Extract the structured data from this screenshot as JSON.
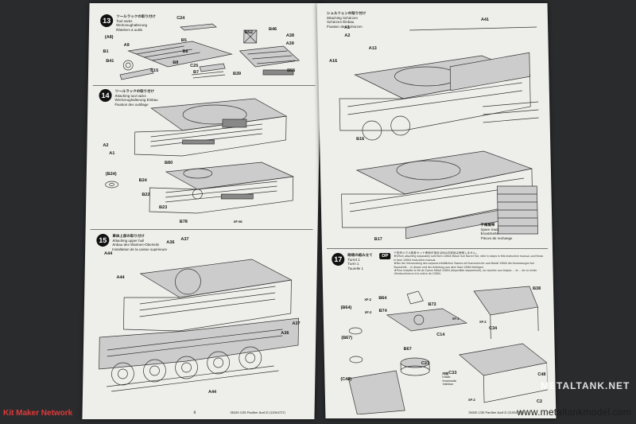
{
  "left_page": {
    "steps": [
      {
        "num": "13",
        "jp": "ツールラックの取り付け",
        "lines": [
          "Tool racks",
          "Werkzeughalterung",
          "Râteliers à outils"
        ],
        "labels": [
          "C24",
          "B5",
          "B6",
          "B52",
          "B46",
          "A39",
          "A38",
          "B1",
          "A9",
          "B41",
          "C15",
          "B8",
          "C25",
          "B7",
          "B39",
          "B55"
        ],
        "unmark": "(A8)"
      },
      {
        "num": "14",
        "jp": "ツールラックの取り付け",
        "lines": [
          "Attaching tool racks",
          "Werkzeughalterung Einbau",
          "Fixation des outillage"
        ],
        "labels": [
          "A2",
          "A1",
          "B80",
          "B24",
          "B22",
          "B23",
          "B78",
          "XF-56"
        ],
        "paren": "(B24)"
      },
      {
        "num": "15",
        "jp": "車体上部の取り付け",
        "lines": [
          "Attaching upper hull",
          "Anbau des Wannen-Oberteils",
          "Installation de la caisse supérieure"
        ],
        "labels": [
          "A36",
          "A37",
          "A44",
          "A37",
          "A36",
          "A44",
          "A44"
        ]
      }
    ],
    "page_number": "8",
    "footer": "35345 1/35 Panther Ausf.D (11054727)"
  },
  "right_page": {
    "steps": [
      {
        "jp": "シュルツェンの取り付け",
        "lines": [
          "Attaching Schürzen",
          "Schürzen Einbau",
          "Fixation des Schürzen"
        ],
        "labels": [
          "A41",
          "A16",
          "A13",
          "B16",
          "B17",
          "A1",
          "A2"
        ],
        "spare_jp": "予備履帯",
        "spare_lines": [
          "Spare track",
          "Ersatzkette",
          "Pièces de rechange"
        ]
      },
      {
        "num": "17",
        "jp": "砲塔の組み立て",
        "lines": [
          "Turret 1",
          "Turm 1",
          "Tourelle 1"
        ],
        "dp": "DP",
        "notes": [
          "※別売メタル砲身セット使用の場合はB64の部品は使用しません。",
          "★When attaching separately sold Item 12664 Metal Gun Barrel Set, refer to steps in this instruction manual, and those in Item 12664 instruction manual.",
          "★Bei der Verwendung des separat erhältlichen Satzes mit Kanonenrohr aus Metall 12664 die Anweisungen bei Bauschritt ... in dieser und der Anleitung aus dem Satz 12664 befolgen.",
          "★Pour installer le fût de Canon Métal 12664 (disponible séparément), se reporter aux étapes ... et ... de ce mode d'instructions et à la notice du 12664."
        ],
        "labels": [
          "B38",
          "B64",
          "B74",
          "B73",
          "XF-2",
          "XF-2",
          "C14",
          "C34",
          "B67",
          "C27",
          "C33",
          "C48",
          "C2",
          "XF-2",
          "XF-2",
          "XF-2"
        ],
        "paren": [
          "(B64)",
          "(B67)",
          "(C48)"
        ],
        "inside": [
          "内側",
          "Inside",
          "Innenseite",
          "Intérieur"
        ]
      }
    ],
    "footer": "35345 1/35 Panther Ausf.D (11054727)"
  },
  "watermarks": {
    "left": "Kit Maker Network",
    "right": "www.metaltankmodel.com",
    "logo": "METALTANK.NET"
  },
  "colors": {
    "background": "#2a2b2d",
    "paper": "#eeeeea",
    "ink": "#222222",
    "watermark_red": "#e03a3a"
  }
}
